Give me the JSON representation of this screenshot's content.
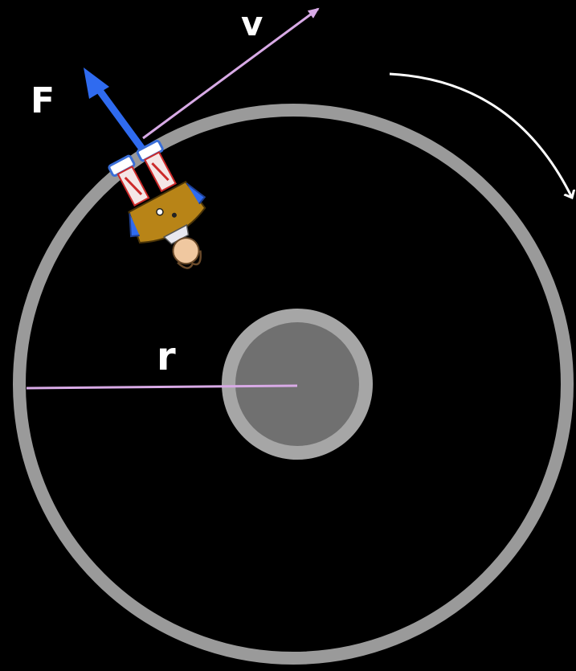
{
  "labels": {
    "force": "F",
    "velocity": "v",
    "radius": "r"
  },
  "colors": {
    "background": "#000000",
    "rim": "#9a9a9a",
    "hub_ring": "#a6a6a6",
    "hub_center": "#707070",
    "velocity_arrow": "#d8aae6",
    "radius_line": "#d8aae6",
    "force_arrow": "#2f6bf0",
    "rotation_arrow": "#ffffff",
    "label": "#ffffff"
  },
  "icons": {
    "person": "astronaut-figure-icon",
    "rotation": "clockwise-rotation-arrow-icon"
  }
}
